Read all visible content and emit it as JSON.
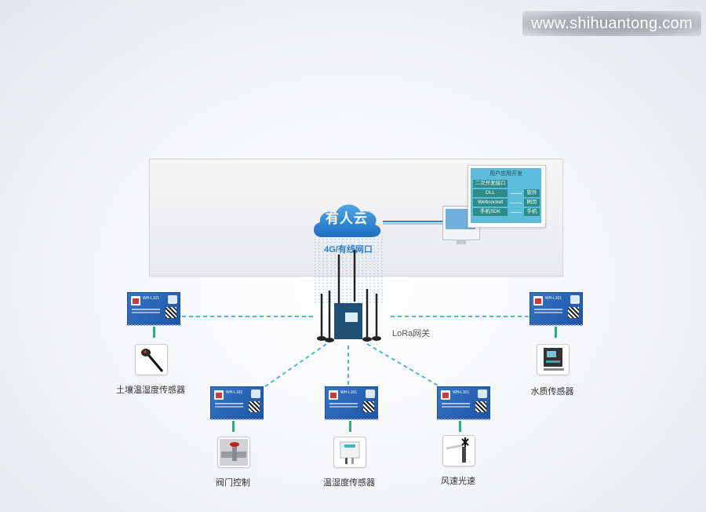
{
  "watermark": {
    "text": "www.shihuantong.com"
  },
  "cloud": {
    "label": "有人云",
    "uplink_label": "4G/有线网口",
    "icon": "cloud-icon"
  },
  "user_dev": {
    "title": "用户应用开发",
    "interfaces": [
      "二次开发接口",
      "DLL",
      "Websocket",
      "手机SDK"
    ],
    "targets": [
      "软件",
      "网页",
      "手机"
    ],
    "icon": "monitor-icon"
  },
  "gateway": {
    "label": "LoRa网关",
    "icon": "router-icon"
  },
  "module_model": "WH-L101",
  "nodes": [
    {
      "label": "土壤温湿度传感器",
      "icon": "soil-probe-icon"
    },
    {
      "label": "水质传感器",
      "icon": "water-quality-meter-icon"
    },
    {
      "label": "阀门控制",
      "icon": "valve-icon"
    },
    {
      "label": "温湿度传感器",
      "icon": "thermo-hygrometer-icon"
    },
    {
      "label": "风速光速",
      "icon": "anemometer-icon"
    }
  ],
  "colors": {
    "accent": "#2f7ec4",
    "link": "#4cb8d6",
    "stem": "#26b47e",
    "module": "#2a64b6"
  }
}
